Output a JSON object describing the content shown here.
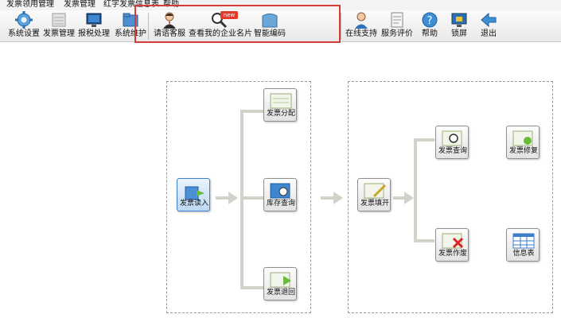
{
  "menubar": {
    "items": [
      "发票领用管理",
      "发票管理",
      "红字发票信息表",
      "帮助"
    ]
  },
  "toolbar": {
    "buttons": [
      {
        "label": "系统设置",
        "icon": "gear-icon"
      },
      {
        "label": "发票管理",
        "icon": "invoice-stack-icon"
      },
      {
        "label": "报税处理",
        "icon": "monitor-icon"
      },
      {
        "label": "系统维护",
        "icon": "folder-tools-icon"
      },
      {
        "label": "请谘客服",
        "icon": "customer-service-icon"
      },
      {
        "label": "查看我的企业名片",
        "icon": "magnifier-icon"
      },
      {
        "label": "智能编码",
        "icon": "smart-code-icon"
      },
      {
        "label": "在线支持",
        "icon": "online-support-icon"
      },
      {
        "label": "服务评价",
        "icon": "survey-icon"
      },
      {
        "label": "帮助",
        "icon": "help-icon"
      },
      {
        "label": "锁屏",
        "icon": "lock-screen-icon"
      },
      {
        "label": "退出",
        "icon": "exit-arrow-icon"
      }
    ],
    "new_badge": "new",
    "highlight_color": "#d63b3b"
  },
  "flow": {
    "left": {
      "source": {
        "label": "发票读入",
        "icon": "usb-read-icon"
      },
      "targets": [
        {
          "label": "发票分配",
          "icon": "invoice-distribute-icon"
        },
        {
          "label": "库存查询",
          "icon": "stock-query-icon"
        },
        {
          "label": "发票退回",
          "icon": "invoice-return-icon"
        }
      ]
    },
    "right": {
      "source": {
        "label": "发票填开",
        "icon": "invoice-fill-icon"
      },
      "targets": [
        {
          "label": "发票查询",
          "icon": "invoice-query-icon"
        },
        {
          "label": "发票修复",
          "icon": "invoice-repair-icon"
        },
        {
          "label": "发票作废",
          "icon": "invoice-void-icon"
        },
        {
          "label": "信息表",
          "icon": "info-table-icon"
        }
      ]
    },
    "accent": "#3f7ec8",
    "connector_color": "#cfd3c8"
  }
}
